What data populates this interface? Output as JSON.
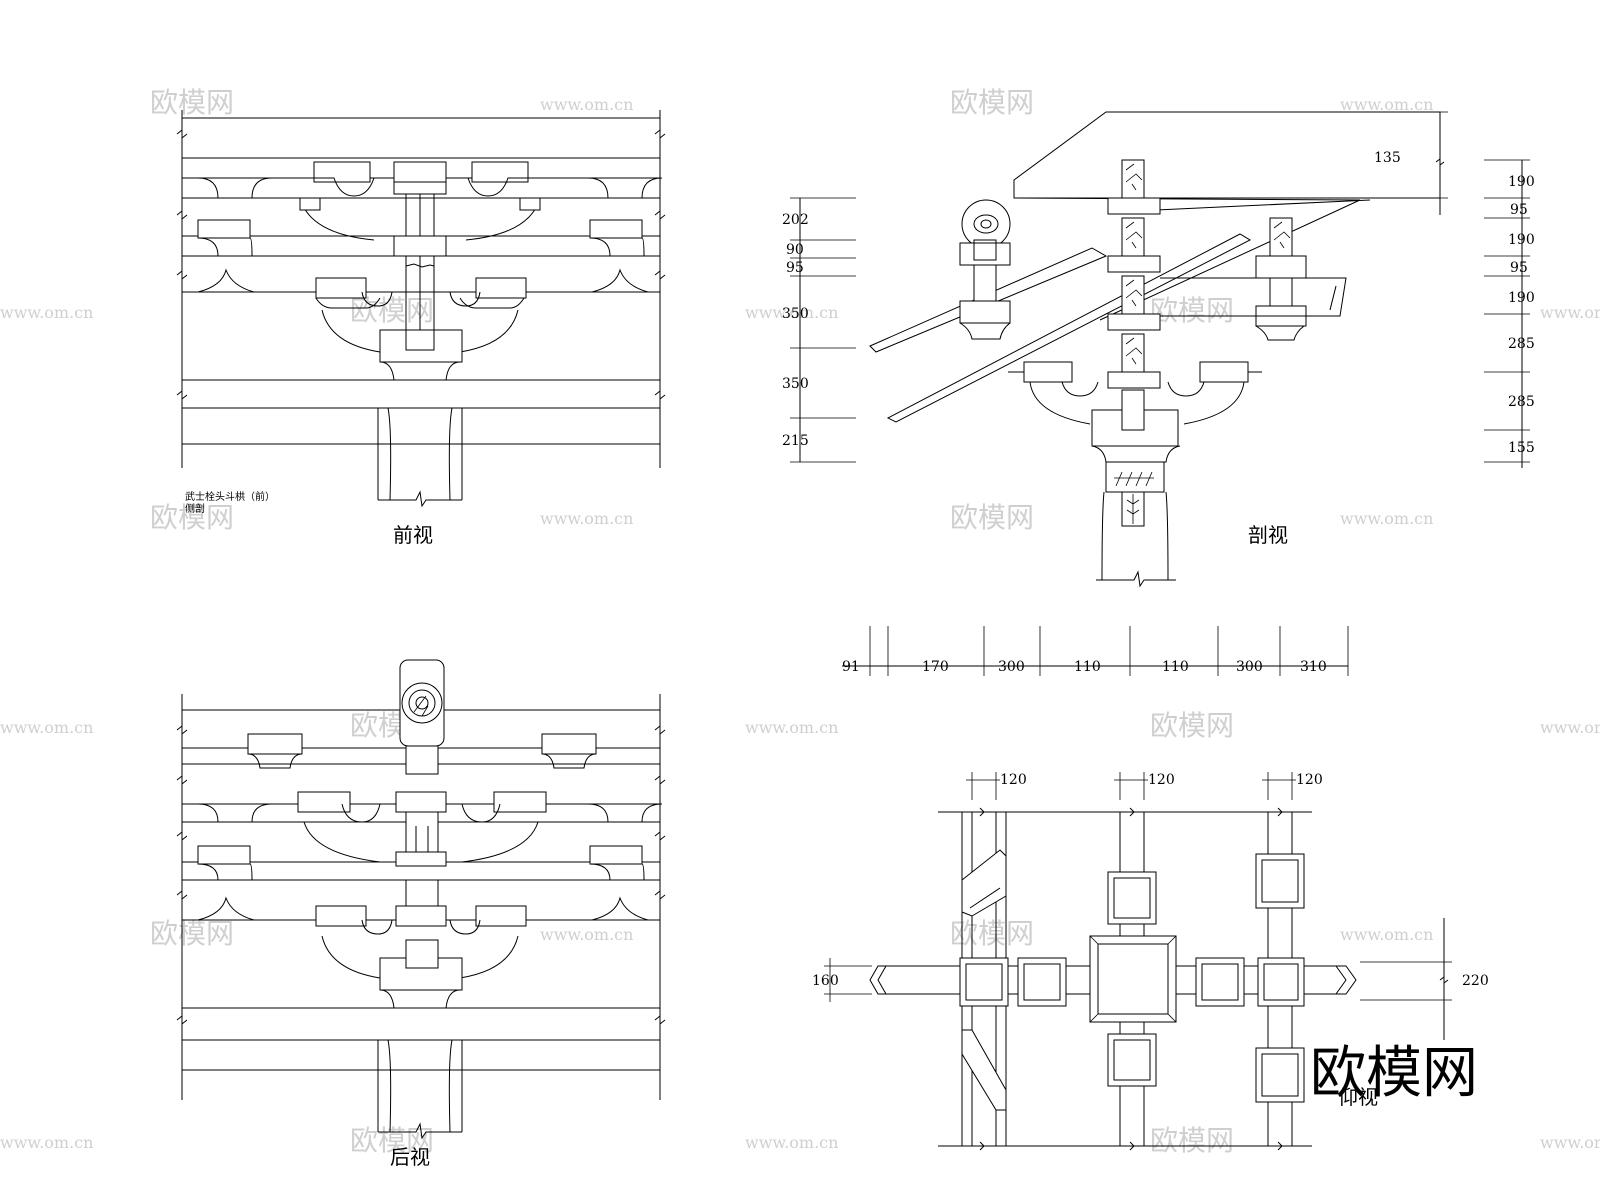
{
  "views": {
    "front": {
      "title": "前视",
      "note_line1": "武士栓头斗栱（前）",
      "note_line2": "侧剖"
    },
    "section": {
      "title": "剖视",
      "dims_left": [
        "202",
        "90",
        "95",
        "350",
        "350",
        "215"
      ],
      "dims_right": [
        "190",
        "95",
        "190",
        "95",
        "190",
        "285",
        "285",
        "155"
      ],
      "dim_top": "135",
      "dims_bottom": [
        "91",
        "170",
        "300",
        "110",
        "110",
        "300",
        "310"
      ]
    },
    "rear": {
      "title": "后视"
    },
    "bottom": {
      "title": "仰视",
      "dims_top": [
        "120",
        "120",
        "120"
      ],
      "dim_left": "160",
      "dim_right": "220"
    }
  },
  "watermark": {
    "logo": "欧模网",
    "url": "www.om.cn"
  }
}
